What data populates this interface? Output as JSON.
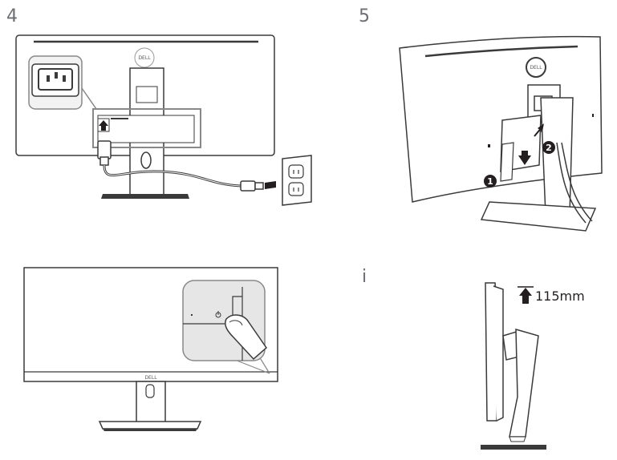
{
  "steps": {
    "step4": "4",
    "step5": "5",
    "info": "i"
  },
  "panel4": {
    "logo": "DELL"
  },
  "panel5": {
    "logo": "DELL",
    "callout1": "1",
    "callout2": "2"
  },
  "panel6": {
    "logo": "DELL"
  },
  "panel7": {
    "height_adjust": "115mm"
  },
  "colors": {
    "line": "#3a3a3a",
    "dark": "#231f20",
    "light_fill": "#f2f2f2",
    "zoom_fill": "#e6e6e6"
  },
  "icons": [
    "power-plug-icon",
    "wall-outlet-icon",
    "up-arrow-icon",
    "power-button-icon",
    "finger-icon"
  ]
}
